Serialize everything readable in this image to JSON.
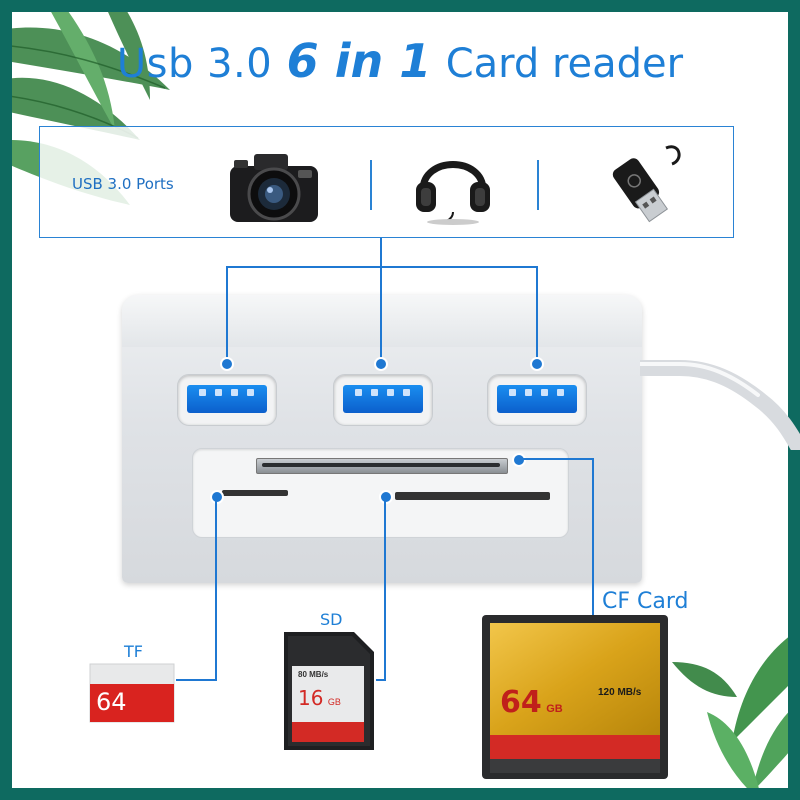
{
  "title": {
    "part1": "Usb 3.0",
    "part2": "6 in 1",
    "part3": "Card reader"
  },
  "ports": {
    "label": "USB 3.0 Ports",
    "devices": [
      "camera-icon",
      "headphones-icon",
      "usb-stick-icon"
    ]
  },
  "cards": {
    "tf": {
      "label": "TF",
      "capacity": "64"
    },
    "sd": {
      "label": "SD",
      "speed": "80 MB/s",
      "capacity": "16",
      "unit": "GB"
    },
    "cf": {
      "label": "CF Card",
      "capacity": "64",
      "unit": "GB",
      "speed": "120 MB/s"
    }
  },
  "colors": {
    "accent": "#1f78d2",
    "frame": "#0e6a60",
    "card_red": "#d32a25",
    "cf_gold": "#d9a31a"
  }
}
